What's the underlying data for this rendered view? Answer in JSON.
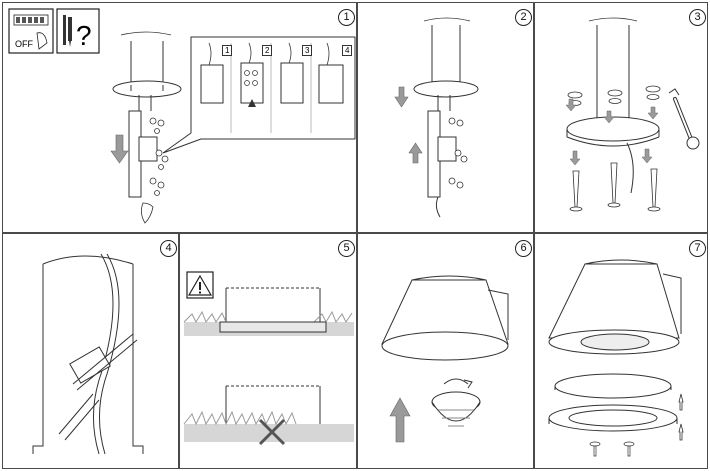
{
  "panels": [
    {
      "step": "1",
      "switch_label": "OFF",
      "help_label": "?",
      "detail_steps": [
        "1",
        "2",
        "3",
        "4"
      ]
    },
    {
      "step": "2"
    },
    {
      "step": "3"
    },
    {
      "step": "4"
    },
    {
      "step": "5"
    },
    {
      "step": "6"
    },
    {
      "step": "7"
    }
  ],
  "colors": {
    "line": "#333333",
    "arrow": "#9a9a9a",
    "grass": "#b8b8b8",
    "shade": "#e8e8e8",
    "soil": "#d6d6d6"
  },
  "icons": [
    "power-switch-icon",
    "tools-icon",
    "question-icon",
    "warning-icon",
    "cross-icon",
    "wrench-icon"
  ]
}
